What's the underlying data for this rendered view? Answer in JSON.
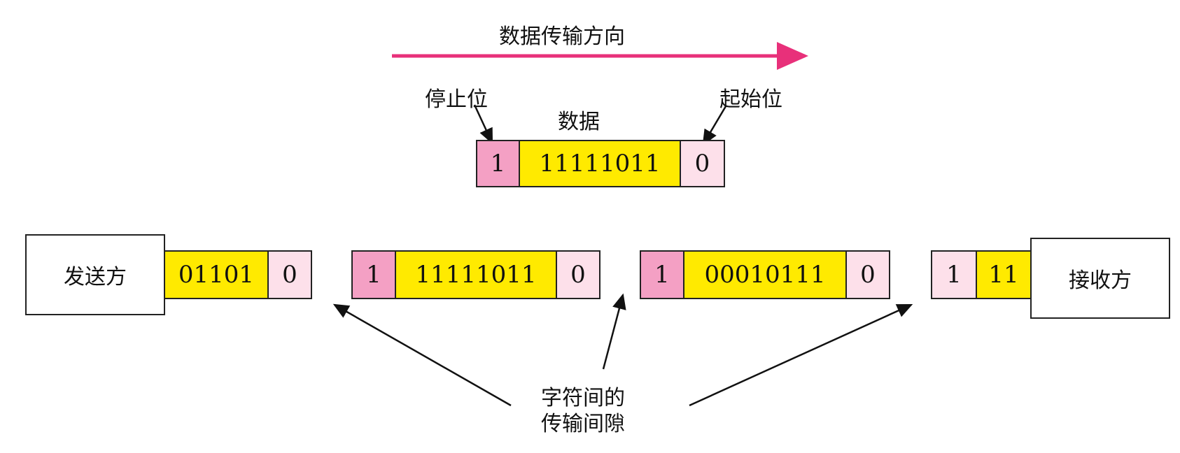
{
  "direction_label": "数据传输方向",
  "detail_frame": {
    "stop_label": "停止位",
    "data_label": "数据",
    "start_label": "起始位",
    "stop_bit": "1",
    "data_bits": "11111011",
    "start_bit": "0"
  },
  "sender_label": "发送方",
  "receiver_label": "接收方",
  "frames": [
    {
      "data_bits": "01101",
      "start_bit": "0"
    },
    {
      "stop_bit": "1",
      "data_bits": "11111011",
      "start_bit": "0"
    },
    {
      "stop_bit": "1",
      "data_bits": "00010111",
      "start_bit": "0"
    },
    {
      "stop_bit": "1",
      "data_bits": "11"
    }
  ],
  "gap_label_line1": "字符间的",
  "gap_label_line2": "传输间隙",
  "colors": {
    "direction_arrow": "#e8307a",
    "stop_bit": "#f4a0c4",
    "data_bits": "#ffea00",
    "start_bit": "#fde0ea"
  }
}
